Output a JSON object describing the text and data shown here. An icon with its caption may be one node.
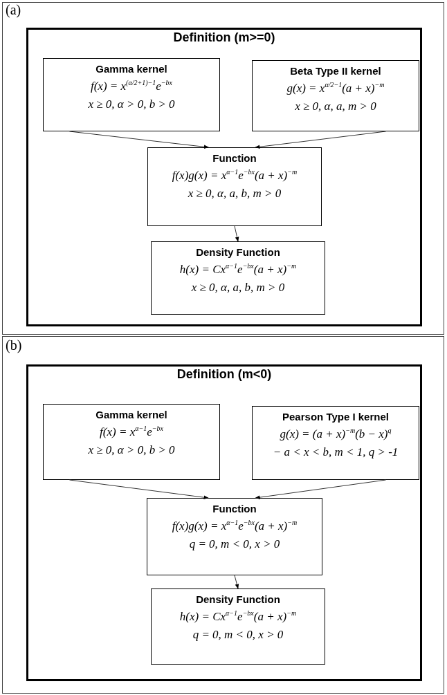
{
  "diagram": {
    "nodes": [
      {
        "text": [
          "Definition (m>=0)"
        ]
      },
      {
        "text": [
          "Gamma kernel",
          "f(x) = x$^{(α/2+1)−1}$e$^{−bx}$",
          "x ≥ 0, α > 0, b > 0"
        ],
        "in": 0
      },
      {
        "text": [
          "Beta Type II kernel",
          "g(x) = x$^{α/2−1}$(a + x)$^{−m}$",
          "x ≥ 0, α, a, m > 0"
        ],
        "in": 0
      },
      {
        "text": [
          "Function",
          "f(x)g(x) = x$^{α−1}$e$^{−bx}$(a + x)$^{−m}$",
          "x ≥ 0, α, a, b, m > 0"
        ],
        "in": 0
      },
      {
        "text": [
          "Density Function",
          "h(x) = Cx$^{α−1}$e$^{−bx}$(a + x)$^{−m}$",
          "x ≥ 0, α, a, b, m > 0"
        ],
        "in": 0
      },
      {
        "text": [
          "Definition (m<0)"
        ]
      },
      {
        "text": [
          "Gamma kernel",
          "f(x) = x$^{α−1}$e$^{−bx}$",
          "x ≥ 0, α > 0, b > 0"
        ],
        "in": 5
      },
      {
        "text": [
          "Pearson Type I kernel",
          "g(x) = (a + x)$^{−m}$(b − x)$^{q}$",
          "− a < x < b, m < 1, q > -1"
        ],
        "in": 5
      },
      {
        "text": [
          "Function",
          "f(x)g(x) = x$^{α−1}$e$^{−bx}$(a + x)$^{−m}$",
          "q = 0, m < 0, x > 0"
        ],
        "in": 5
      },
      {
        "text": [
          "Density Function",
          "h(x) = Cx$^{α−1}$e$^{−bx}$(a + x)$^{−m}$",
          "q = 0, m < 0, x > 0"
        ],
        "in": 5
      }
    ],
    "edges": [
      {
        "from": 1,
        "to": 3,
        "arrow": "to"
      },
      {
        "from": 2,
        "to": 3,
        "arrow": "to"
      },
      {
        "from": 3,
        "to": 4,
        "arrow": "to"
      },
      {
        "from": 6,
        "to": 8,
        "arrow": "to"
      },
      {
        "from": 7,
        "to": 8,
        "arrow": "to"
      },
      {
        "from": 8,
        "to": 9,
        "arrow": "to"
      }
    ],
    "labels": [
      "(a)",
      "(b)"
    ]
  }
}
